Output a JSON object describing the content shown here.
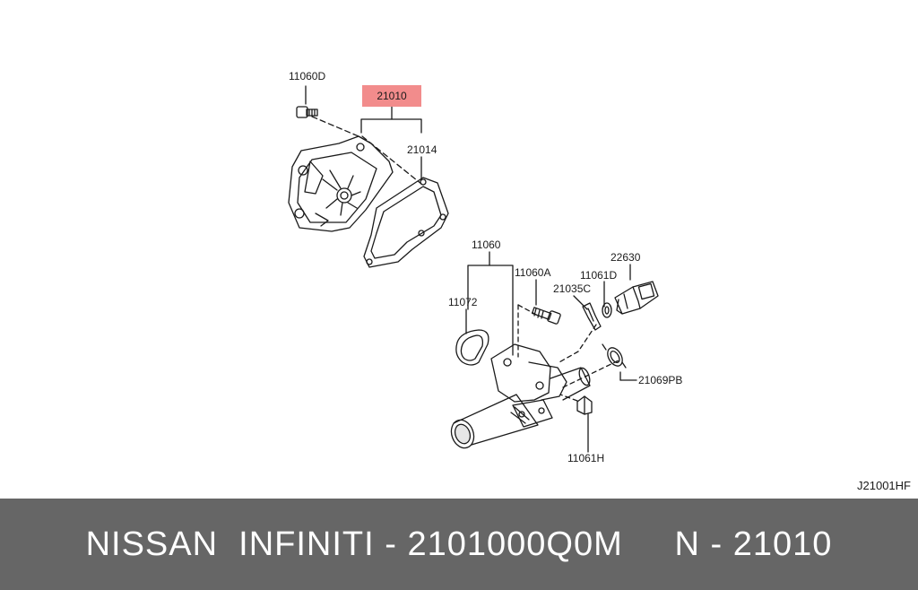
{
  "diagram": {
    "labels": {
      "p11060D": "11060D",
      "p21010": "21010",
      "p21014": "21014",
      "p11060": "11060",
      "p11060A": "11060A",
      "p11061D": "11061D",
      "p22630": "22630",
      "p21035C": "21035C",
      "p11072": "11072",
      "p21069PB": "21069PB",
      "p11061H": "11061H"
    },
    "highlight_color": "#f28c8c",
    "code": "J21001HF"
  },
  "footer": {
    "text": "NISSAN  INFINITI - 2101000Q0M     N - 21010",
    "bar_color": "#666666"
  }
}
